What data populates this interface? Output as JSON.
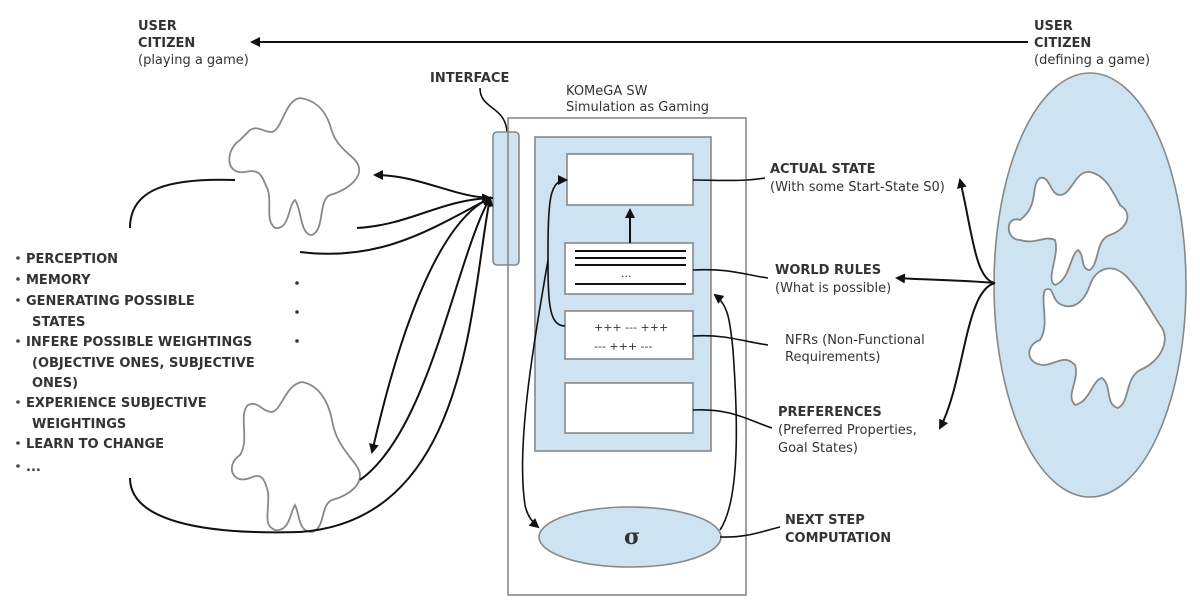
{
  "user_playing": {
    "line1": "USER",
    "line2": "CITIZEN",
    "line3": "(playing a game)"
  },
  "user_defining": {
    "line1": "USER",
    "line2": "CITIZEN",
    "line3": "(defining a game)"
  },
  "interface_label": "INTERFACE",
  "system": {
    "title": "KOMeGA SW",
    "subtitle": "Simulation as Gaming"
  },
  "rules_box": {
    "ellipsis": "..."
  },
  "nfr_box": {
    "row1": "+++ --- +++",
    "row2": "--- +++ ---"
  },
  "sigma_symbol": "σ",
  "abilities": [
    "PERCEPTION",
    "MEMORY",
    "GENERATING POSSIBLE",
    "STATES",
    "INFERE POSSIBLE WEIGHTINGS",
    "(OBJECTIVE ONES, SUBJECTIVE",
    "ONES)",
    "EXPERIENCE SUBJECTIVE",
    "WEIGHTINGS",
    "LEARN TO CHANGE",
    "..."
  ],
  "labels": {
    "actual_state": "ACTUAL STATE",
    "actual_state_sub": "(With some Start-State S0)",
    "world_rules": "WORLD RULES",
    "world_rules_sub": "(What is possible)",
    "nfrs": "NFRs (Non-Functional",
    "nfrs_sub": "Requirements)",
    "preferences": "PREFERENCES",
    "preferences_sub1": "(Preferred Properties,",
    "preferences_sub2": "Goal States)",
    "next_step": "NEXT STEP",
    "next_step_sub": "COMPUTATION"
  }
}
